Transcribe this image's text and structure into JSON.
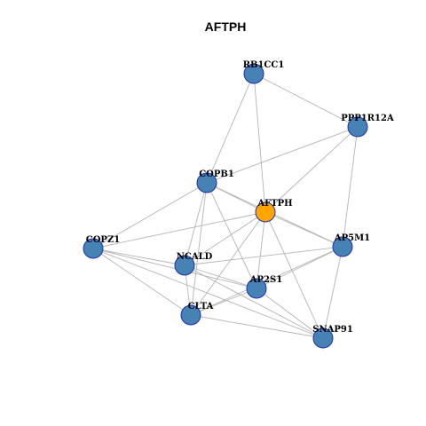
{
  "title": "AFTPH",
  "colors": {
    "node_default": "#4682b4",
    "node_highlight": "#ffa500",
    "node_border": "#1f2fb0",
    "edge": "#b4b4b4"
  },
  "nodes": [
    {
      "id": "RB1CC1",
      "label": "RB1CC1",
      "highlight": false
    },
    {
      "id": "PPP1R12A",
      "label": "PPP1R12A",
      "highlight": false
    },
    {
      "id": "COPB1",
      "label": "COPB1",
      "highlight": false
    },
    {
      "id": "AFTPH",
      "label": "AFTPH",
      "highlight": true
    },
    {
      "id": "COPZ1",
      "label": "COPZ1",
      "highlight": false
    },
    {
      "id": "AP5M1",
      "label": "AP5M1",
      "highlight": false
    },
    {
      "id": "NCALD",
      "label": "NCALD",
      "highlight": false
    },
    {
      "id": "AP2S1",
      "label": "AP2S1",
      "highlight": false
    },
    {
      "id": "CLTA",
      "label": "CLTA",
      "highlight": false
    },
    {
      "id": "SNAP91",
      "label": "SNAP91",
      "highlight": false
    }
  ],
  "edges": [
    [
      "RB1CC1",
      "PPP1R12A"
    ],
    [
      "RB1CC1",
      "COPB1"
    ],
    [
      "RB1CC1",
      "AFTPH"
    ],
    [
      "PPP1R12A",
      "COPB1"
    ],
    [
      "PPP1R12A",
      "AFTPH"
    ],
    [
      "PPP1R12A",
      "AP5M1"
    ],
    [
      "COPB1",
      "AFTPH"
    ],
    [
      "COPB1",
      "COPZ1"
    ],
    [
      "COPB1",
      "NCALD"
    ],
    [
      "COPB1",
      "CLTA"
    ],
    [
      "COPB1",
      "AP5M1"
    ],
    [
      "COPB1",
      "AP2S1"
    ],
    [
      "AFTPH",
      "COPZ1"
    ],
    [
      "AFTPH",
      "NCALD"
    ],
    [
      "AFTPH",
      "AP5M1"
    ],
    [
      "AFTPH",
      "AP2S1"
    ],
    [
      "AFTPH",
      "CLTA"
    ],
    [
      "AFTPH",
      "SNAP91"
    ],
    [
      "COPZ1",
      "NCALD"
    ],
    [
      "COPZ1",
      "AP2S1"
    ],
    [
      "COPZ1",
      "CLTA"
    ],
    [
      "COPZ1",
      "SNAP91"
    ],
    [
      "AP5M1",
      "NCALD"
    ],
    [
      "AP5M1",
      "AP2S1"
    ],
    [
      "AP5M1",
      "CLTA"
    ],
    [
      "AP5M1",
      "SNAP91"
    ],
    [
      "NCALD",
      "AP2S1"
    ],
    [
      "NCALD",
      "CLTA"
    ],
    [
      "NCALD",
      "SNAP91"
    ],
    [
      "AP2S1",
      "CLTA"
    ],
    [
      "AP2S1",
      "SNAP91"
    ],
    [
      "CLTA",
      "SNAP91"
    ]
  ]
}
